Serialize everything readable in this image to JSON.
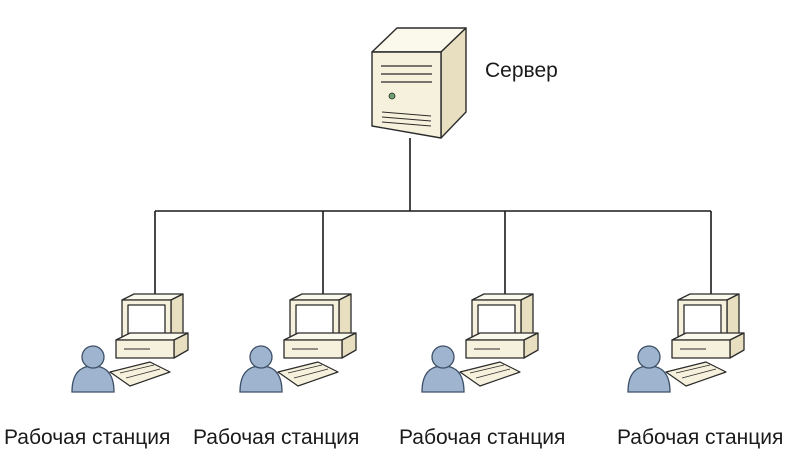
{
  "server": {
    "label": "Сервер",
    "icon": "server-tower-icon"
  },
  "workstations": [
    {
      "label": "Рабочая станция",
      "icon": "workstation-icon"
    },
    {
      "label": "Рабочая станция",
      "icon": "workstation-icon"
    },
    {
      "label": "Рабочая станция",
      "icon": "workstation-icon"
    },
    {
      "label": "Рабочая станция",
      "icon": "workstation-icon"
    }
  ],
  "colors": {
    "line": "#1a1a1a",
    "case_front": "#f6f1dc",
    "case_side": "#e7dfbf",
    "case_top": "#fbf8ec",
    "case_outline": "#2b2b2b",
    "monitor_screen": "#ffffff",
    "user": "#9fb5cf",
    "user_outline": "#3d4f66"
  }
}
